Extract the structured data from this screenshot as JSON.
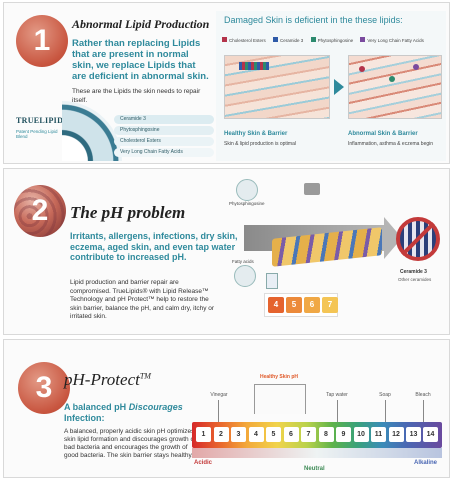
{
  "section1": {
    "number": "1",
    "title": "Abnormal Lipid Production",
    "lead": "Rather than replacing Lipids that are present in normal skin, we replace Lipids that are deficient in abnormal skin.",
    "body": "These are the Lipids the skin needs to repair itself.",
    "brand": "TRUELIPIDS®",
    "brand_sub": "Patent Pending Lipid Blend",
    "lipids": [
      "Ceramide 3",
      "Phytosphingosine",
      "Cholesterol Esters",
      "Very Long Chain Fatty Acids"
    ],
    "deficient_title": "Damaged Skin is deficient in the these lipids:",
    "legend": [
      "Cholesterol Esters",
      "Ceramide 3",
      "Phytosphingosine",
      "Very Long Chain Fatty Acids"
    ],
    "healthy_label": "Healthy Skin & Barrier",
    "healthy_sub": "Skin & lipid production is optimal",
    "abnormal_label": "Abnormal Skin & Barrier",
    "abnormal_sub": "Inflammation, asthma & eczema begin"
  },
  "section2": {
    "number": "2",
    "title": "The pH problem",
    "lead": "Irritants, allergens, infections, dry skin, eczema, aged skin, and even tap water contribute to increased pH.",
    "body": "Lipid production and barrier repair are compromised. TrueLipids® with Lipid Release™ Technology and pH Protect™ help to restore the skin barrier, balance the pH, and calm dry, itchy or irritated skin.",
    "gauge": [
      "4",
      "5",
      "6",
      "7"
    ],
    "phyto_label": "Phytosphingosine",
    "fatty_label": "Fatty acids",
    "ceramide_label": "Ceramide 3",
    "other_label": "Other ceramides"
  },
  "section3": {
    "number": "3",
    "title": "pH-Protect",
    "title_tm": "TM",
    "lead_1": "A balanced pH ",
    "lead_em": "Discourages",
    "lead_2": "Infection:",
    "body": "A balanced, properly acidic skin pH optimizes skin lipid formation and discourages growth of bad bacteria and encourages the growth of good bacteria. The skin barrier stays healthy.",
    "healthy_ph": "Healthy Skin pH",
    "markers": [
      "Vinegar",
      "Tap water",
      "Soap",
      "Bleach"
    ],
    "scale": [
      "1",
      "2",
      "3",
      "4",
      "5",
      "6",
      "7",
      "8",
      "9",
      "10",
      "11",
      "12",
      "13",
      "14"
    ],
    "acidic": "Acidic",
    "neutral": "Neutral",
    "alkaline": "Alkaline"
  }
}
